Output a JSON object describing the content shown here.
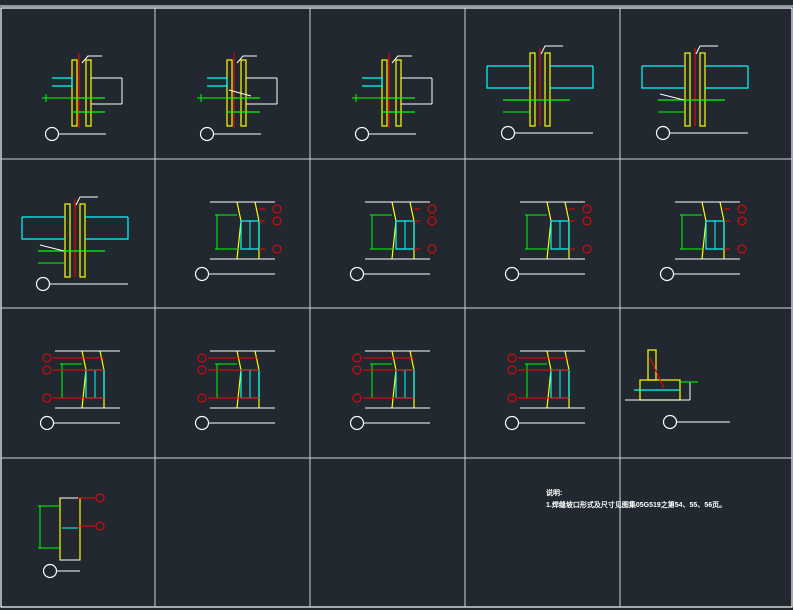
{
  "notes": {
    "title": "说明:",
    "lines": [
      "1.焊缝坡口形式及尺寸见图集05G519之第54、55、56页。"
    ]
  },
  "colors": {
    "background": "#212830",
    "border": "#ffffff",
    "gridline": "#cfd3d6",
    "column": "#ffff00",
    "beam": "#00ffff",
    "stiffener": "#00ff00",
    "weld_mark": "#ff0000",
    "leader": "#ffffff"
  },
  "details": [
    {
      "id": 1,
      "variant": "flush-stub"
    },
    {
      "id": 2,
      "variant": "flush-stub-haunch"
    },
    {
      "id": 3,
      "variant": "flush-stub"
    },
    {
      "id": 4,
      "variant": "through-beam"
    },
    {
      "id": 5,
      "variant": "through-beam-haunch"
    },
    {
      "id": 6,
      "variant": "through-beam-haunch"
    },
    {
      "id": 7,
      "variant": "splice-weld"
    },
    {
      "id": 8,
      "variant": "splice-weld"
    },
    {
      "id": 9,
      "variant": "splice-weld"
    },
    {
      "id": 10,
      "variant": "splice-weld"
    },
    {
      "id": 11,
      "variant": "splice-weld-left"
    },
    {
      "id": 12,
      "variant": "splice-weld-left"
    },
    {
      "id": 13,
      "variant": "splice-weld-left"
    },
    {
      "id": 14,
      "variant": "splice-weld-left"
    },
    {
      "id": 15,
      "variant": "column-base"
    },
    {
      "id": 16,
      "variant": "column-splice"
    }
  ]
}
